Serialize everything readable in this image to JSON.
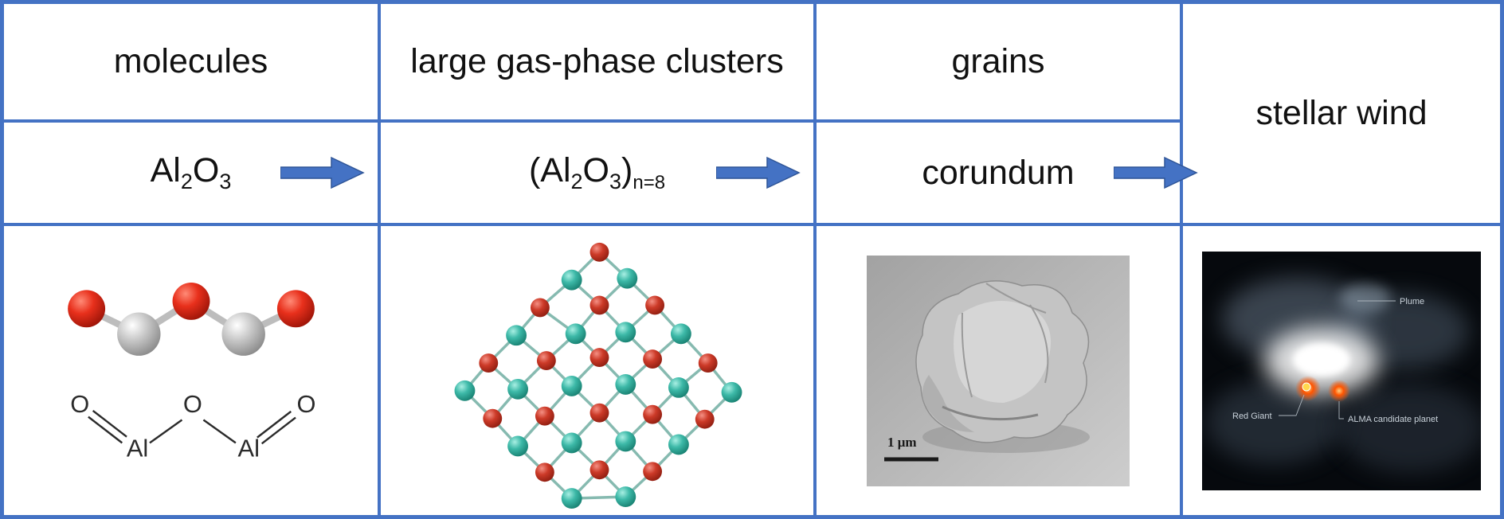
{
  "colors": {
    "border": "#4472C4",
    "arrow_fill": "#4472C4",
    "arrow_outline": "#2F5597"
  },
  "table": {
    "headers": [
      "molecules",
      "large gas-phase clusters",
      "grains",
      "stellar wind"
    ],
    "labels": {
      "molecules": {
        "b1": "Al",
        "s1": "2",
        "b2": "O",
        "s2": "3"
      },
      "clusters": {
        "b1": "(Al",
        "s1": "2",
        "b2": "O",
        "s2": "3",
        "b3": ")",
        "s3": "n=8"
      },
      "grains": "corundum"
    }
  },
  "structural_formula": {
    "atoms": [
      "O",
      "Al",
      "O",
      "Al",
      "O"
    ]
  },
  "sem": {
    "scale_label": "1 μm"
  },
  "alma": {
    "plume": "Plume",
    "red_giant": "Red Giant",
    "planet": "ALMA candidate planet"
  }
}
